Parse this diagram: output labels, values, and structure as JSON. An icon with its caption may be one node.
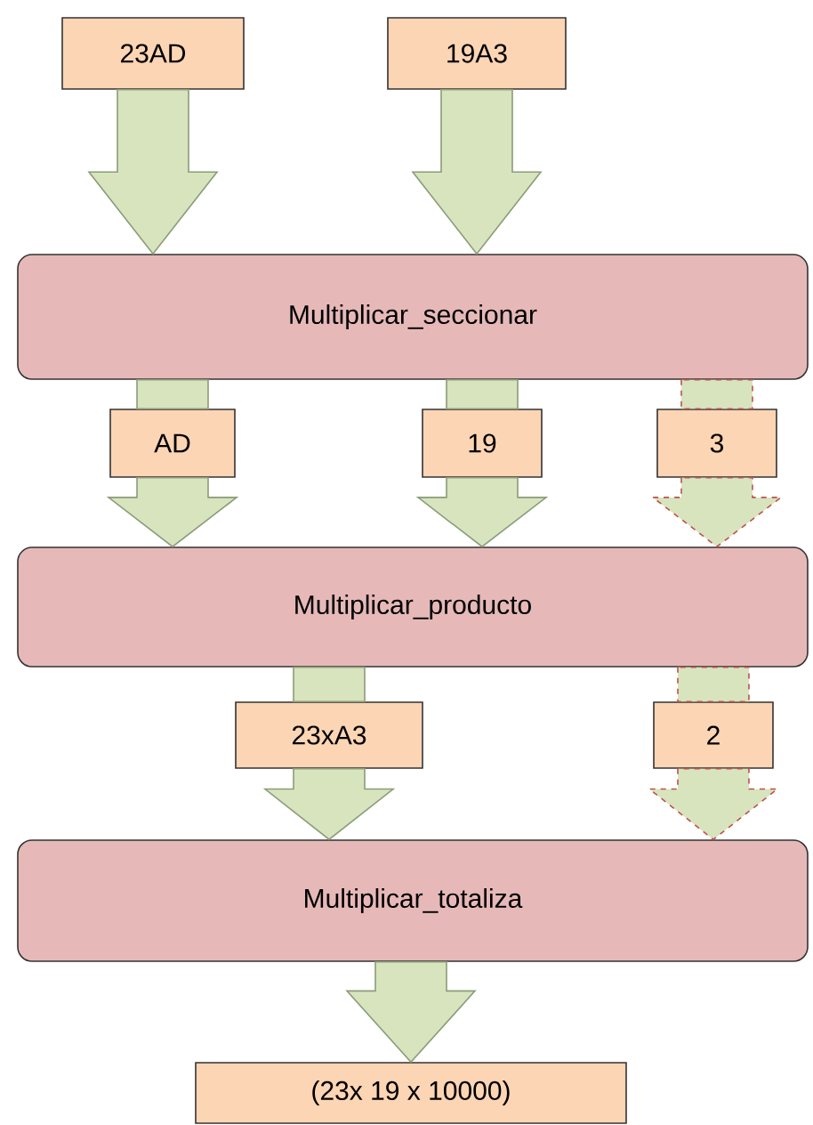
{
  "diagram": {
    "nodes": [
      {
        "text": [
          "23AD"
        ]
      },
      {
        "text": [
          "19A3"
        ]
      },
      {
        "text": [
          "Multiplicar_seccionar"
        ]
      },
      {
        "text": [
          "AD"
        ]
      },
      {
        "text": [
          "19"
        ]
      },
      {
        "text": [
          "3"
        ]
      },
      {
        "text": [
          "Multiplicar_producto"
        ]
      },
      {
        "text": [
          "23xA3"
        ]
      },
      {
        "text": [
          "2"
        ]
      },
      {
        "text": [
          "Multiplicar_totaliza"
        ]
      },
      {
        "text": [
          "(23x 19 x 10000)"
        ]
      }
    ],
    "edges": [
      {
        "from": 0,
        "to": 2,
        "arrow": "to"
      },
      {
        "from": 1,
        "to": 2,
        "arrow": "to"
      },
      {
        "from": 2,
        "to": 3,
        "arrow": "none"
      },
      {
        "from": 3,
        "to": 6,
        "arrow": "to"
      },
      {
        "from": 2,
        "to": 4,
        "arrow": "none"
      },
      {
        "from": 4,
        "to": 6,
        "arrow": "to"
      },
      {
        "from": 2,
        "to": 5,
        "arrow": "none",
        "style": "dashed",
        "color": "#c0504d"
      },
      {
        "from": 5,
        "to": 6,
        "arrow": "to",
        "style": "dashed",
        "color": "#c0504d"
      },
      {
        "from": 6,
        "to": 7,
        "arrow": "none"
      },
      {
        "from": 7,
        "to": 9,
        "arrow": "to"
      },
      {
        "from": 6,
        "to": 8,
        "arrow": "none",
        "style": "dashed",
        "color": "#c0504d"
      },
      {
        "from": 8,
        "to": 9,
        "arrow": "to",
        "style": "dashed",
        "color": "#c0504d"
      },
      {
        "from": 9,
        "to": 10,
        "arrow": "to"
      }
    ]
  }
}
